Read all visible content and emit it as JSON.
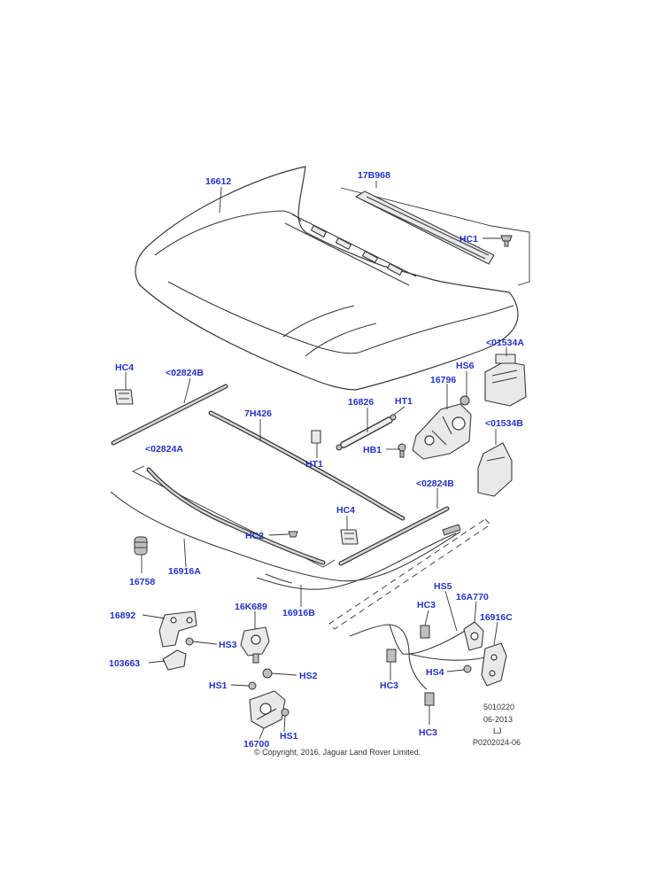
{
  "callouts": {
    "c16612": "16612",
    "c17b968": "17B968",
    "chc1": "HC1",
    "chc4_left": "HC4",
    "c02824b_top": "<02824B",
    "c01534a": "<01534A",
    "chs6": "HS6",
    "c16796": "16796",
    "c16826": "16826",
    "cht1_top": "HT1",
    "c7h426": "7H426",
    "c01534b": "<01534B",
    "chb1": "HB1",
    "cht1_bottom": "HT1",
    "c02824a": "<02824A",
    "c02824b_right": "<02824B",
    "chc4_right": "HC4",
    "chc2": "HC2",
    "c16758": "16758",
    "c16916a": "16916A",
    "c16916b": "16916B",
    "chs5": "HS5",
    "c16a770": "16A770",
    "chc3_top": "HC3",
    "c16916c": "16916C",
    "c16892": "16892",
    "c16k689": "16K689",
    "chs3": "HS3",
    "c103663": "103663",
    "chs2": "HS2",
    "chs1_left": "HS1",
    "chs1_bottom": "HS1",
    "c16700": "16700",
    "chc3_left": "HC3",
    "chs4": "HS4",
    "chc3_bottom": "HC3"
  },
  "footer": {
    "code1": "5010220",
    "date": "06-2013",
    "initials": "LJ",
    "ref": "P0202024-06",
    "copyright": "© Copyright, 2016. Jaguar Land Rover Limited."
  }
}
